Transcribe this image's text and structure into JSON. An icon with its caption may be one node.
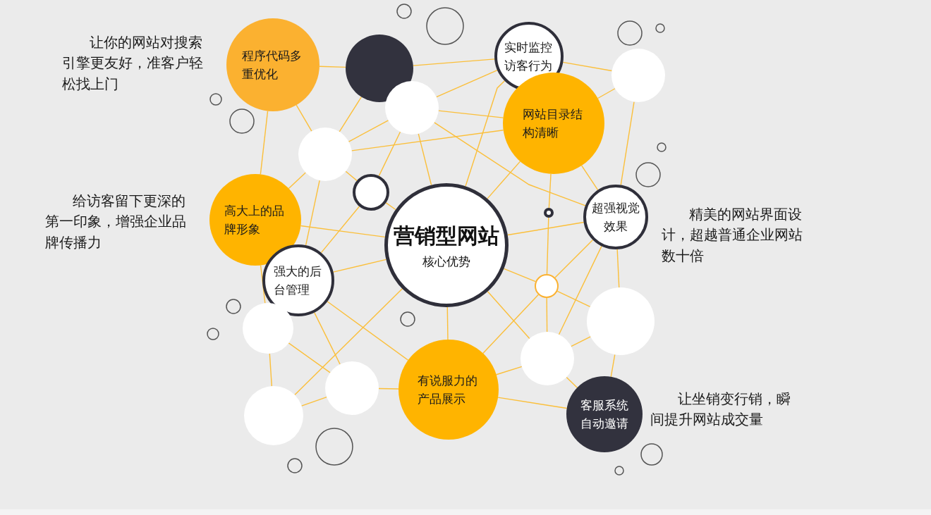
{
  "diagram": {
    "nodes": [
      {
        "text": [
          "程序代码多重优化"
        ],
        "beside": [
          "让你的网站对搜索引擎更友好，准客户轻松找上门"
        ]
      },
      {
        "text": [
          "实时监控访客行为"
        ]
      },
      {
        "text": [
          "网站目录结构清晰"
        ]
      },
      {
        "text": [
          "高大上的品牌形象"
        ],
        "beside": [
          "给访客留下更深的第一印象，增强企业品牌传播力"
        ]
      },
      {
        "text": [
          "营销型网站",
          "核心优势"
        ]
      },
      {
        "text": [
          "超强视觉效果"
        ],
        "beside": [
          "精美的网站界面设计，超越普通企业网站数十倍"
        ]
      },
      {
        "text": [
          "强大的后台管理"
        ]
      },
      {
        "text": [
          "有说服力的产品展示"
        ]
      },
      {
        "text": [
          "客服系统自动邀请"
        ],
        "beside": [
          "让坐销变行销，瞬间提升网站成交量"
        ]
      },
      {
        "text": [],
        "shape": "circle"
      },
      {
        "text": [],
        "shape": "circle"
      },
      {
        "text": [],
        "shape": "circle"
      },
      {
        "text": [],
        "shape": "circle"
      },
      {
        "text": [],
        "shape": "circle"
      },
      {
        "text": [],
        "shape": "circle"
      },
      {
        "text": [],
        "shape": "circle"
      },
      {
        "text": [],
        "shape": "circle"
      },
      {
        "text": [],
        "shape": "circle"
      },
      {
        "text": [],
        "shape": "circle"
      },
      {
        "text": [],
        "shape": "circle"
      },
      {
        "text": [],
        "shape": "circle"
      }
    ],
    "edges": [
      {
        "from": 0,
        "to": 9,
        "arrow": "none"
      },
      {
        "from": 0,
        "to": 12,
        "arrow": "none"
      },
      {
        "from": 0,
        "to": 3,
        "arrow": "none"
      },
      {
        "from": 9,
        "to": 12,
        "arrow": "none"
      },
      {
        "from": 9,
        "to": 1,
        "arrow": "none"
      },
      {
        "from": 10,
        "to": 1,
        "arrow": "none"
      },
      {
        "from": 10,
        "to": 2,
        "arrow": "none"
      },
      {
        "from": 10,
        "to": 12,
        "arrow": "none"
      },
      {
        "from": 10,
        "to": 13,
        "arrow": "none"
      },
      {
        "from": 10,
        "to": 4,
        "arrow": "none"
      },
      {
        "from": 10,
        "to": 5,
        "arrow": "none"
      },
      {
        "from": 12,
        "to": 2,
        "arrow": "none"
      },
      {
        "from": 12,
        "to": 3,
        "arrow": "none"
      },
      {
        "from": 12,
        "to": 6,
        "arrow": "none"
      },
      {
        "from": 12,
        "to": 13,
        "arrow": "none"
      },
      {
        "from": 13,
        "to": 4,
        "arrow": "none"
      },
      {
        "from": 13,
        "to": 6,
        "arrow": "none"
      },
      {
        "from": 3,
        "to": 4,
        "arrow": "none"
      },
      {
        "from": 3,
        "to": 16,
        "arrow": "none"
      },
      {
        "from": 6,
        "to": 4,
        "arrow": "none"
      },
      {
        "from": 6,
        "to": 18,
        "arrow": "none"
      },
      {
        "from": 6,
        "to": 7,
        "arrow": "none"
      },
      {
        "from": 4,
        "to": 20,
        "arrow": "none"
      },
      {
        "from": 16,
        "to": 18,
        "arrow": "none"
      },
      {
        "from": 16,
        "to": 20,
        "arrow": "none"
      },
      {
        "from": 18,
        "to": 20,
        "arrow": "none"
      },
      {
        "from": 18,
        "to": 7,
        "arrow": "none"
      },
      {
        "from": 4,
        "to": 7,
        "arrow": "none"
      },
      {
        "from": 4,
        "to": 5,
        "arrow": "none"
      },
      {
        "from": 4,
        "to": 15,
        "arrow": "none"
      },
      {
        "from": 4,
        "to": 19,
        "arrow": "none"
      },
      {
        "from": 1,
        "to": 4,
        "arrow": "none"
      },
      {
        "from": 2,
        "to": 4,
        "arrow": "none"
      },
      {
        "from": 2,
        "to": 5,
        "arrow": "none"
      },
      {
        "from": 2,
        "to": 14,
        "arrow": "none"
      },
      {
        "from": 14,
        "to": 15,
        "arrow": "none"
      },
      {
        "from": 1,
        "to": 11,
        "arrow": "none"
      },
      {
        "from": 11,
        "to": 2,
        "arrow": "none"
      },
      {
        "from": 11,
        "to": 5,
        "arrow": "none"
      },
      {
        "from": 5,
        "to": 17,
        "arrow": "none"
      },
      {
        "from": 5,
        "to": 15,
        "arrow": "none"
      },
      {
        "from": 5,
        "to": 19,
        "arrow": "none"
      },
      {
        "from": 15,
        "to": 17,
        "arrow": "none"
      },
      {
        "from": 15,
        "to": 7,
        "arrow": "none"
      },
      {
        "from": 15,
        "to": 19,
        "arrow": "none"
      },
      {
        "from": 19,
        "to": 17,
        "arrow": "none"
      },
      {
        "from": 19,
        "to": 8,
        "arrow": "none"
      },
      {
        "from": 19,
        "to": 7,
        "arrow": "none"
      },
      {
        "from": 17,
        "to": 8,
        "arrow": "none"
      },
      {
        "from": 7,
        "to": 8,
        "arrow": "none"
      }
    ]
  }
}
